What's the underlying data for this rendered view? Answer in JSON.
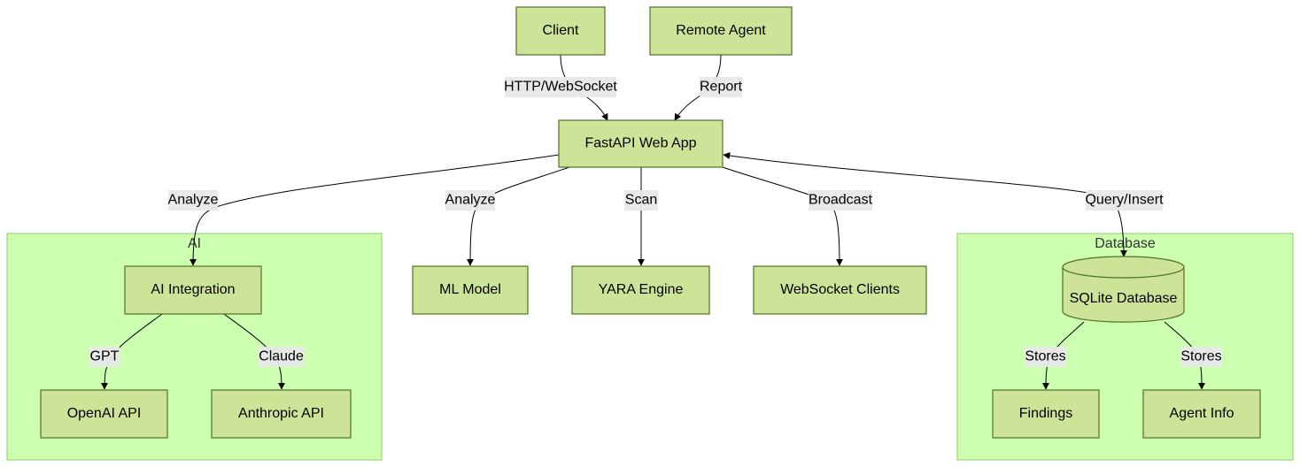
{
  "groups": {
    "ai": {
      "title": "AI"
    },
    "database": {
      "title": "Database"
    }
  },
  "nodes": {
    "client": "Client",
    "remote_agent": "Remote Agent",
    "fastapi": "FastAPI Web App",
    "ai_integration": "AI Integration",
    "ml_model": "ML Model",
    "yara_engine": "YARA Engine",
    "websocket_clients": "WebSocket Clients",
    "sqlite_db": "SQLite Database",
    "openai_api": "OpenAI API",
    "anthropic_api": "Anthropic API",
    "findings": "Findings",
    "agent_info": "Agent Info"
  },
  "edges": {
    "client_fastapi": "HTTP/WebSocket",
    "agent_fastapi": "Report",
    "fastapi_ai": "Analyze",
    "fastapi_ml": "Analyze",
    "fastapi_yara": "Scan",
    "fastapi_ws": "Broadcast",
    "fastapi_db": "Query/Insert",
    "ai_openai": "GPT",
    "ai_anthropic": "Claude",
    "db_findings": "Stores",
    "db_agent": "Stores"
  },
  "colors": {
    "node_fill": "#cde498",
    "node_stroke": "#4d7226",
    "cluster_fill": "#ccffaf",
    "cluster_stroke": "#8fcb6a",
    "edge_label_bg": "#e8e8e8"
  }
}
